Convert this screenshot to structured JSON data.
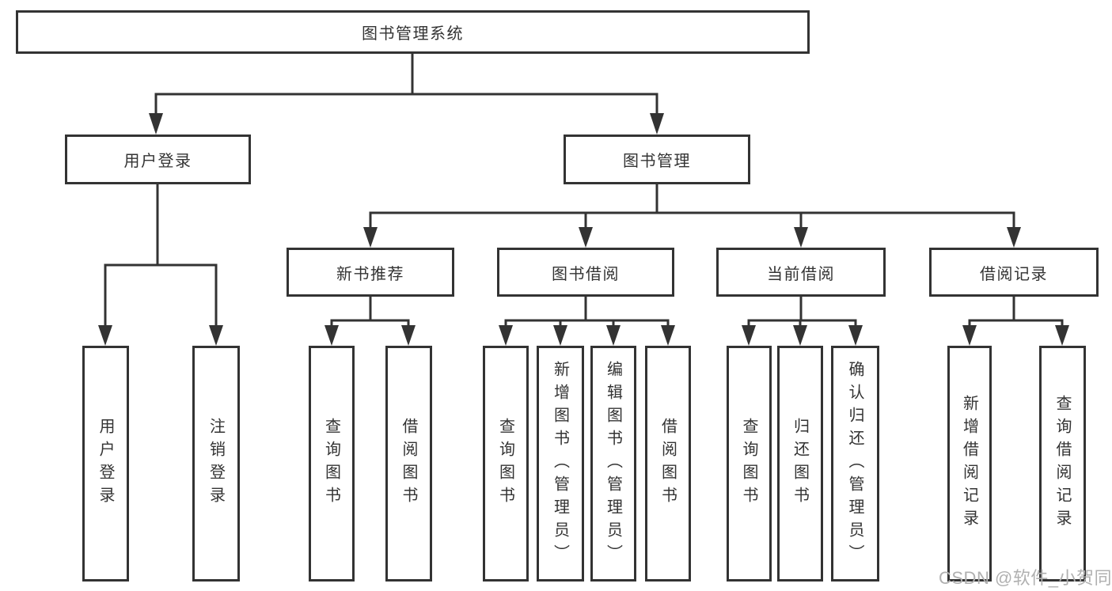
{
  "page": {
    "background": "#ffffff"
  },
  "colors": {
    "line": "#333333",
    "box_border": "#333333",
    "text": "#333333",
    "watermark": "#b0b0b0"
  },
  "diagram": {
    "type": "hierarchy-tree",
    "root": {
      "label": "图书管理系统"
    },
    "branches": [
      {
        "label": "用户登录",
        "children": [
          {
            "label": "用户登录"
          },
          {
            "label": "注销登录"
          }
        ]
      },
      {
        "label": "图书管理",
        "children": [
          {
            "label": "新书推荐",
            "children": [
              {
                "label": "查询图书"
              },
              {
                "label": "借阅图书"
              }
            ]
          },
          {
            "label": "图书借阅",
            "children": [
              {
                "label": "查询图书"
              },
              {
                "label": "新增图书（管理员）"
              },
              {
                "label": "编辑图书（管理员）"
              },
              {
                "label": "借阅图书"
              }
            ]
          },
          {
            "label": "当前借阅",
            "children": [
              {
                "label": "查询图书"
              },
              {
                "label": "归还图书"
              },
              {
                "label": "确认归还（管理员）"
              }
            ]
          },
          {
            "label": "借阅记录",
            "children": [
              {
                "label": "新增借阅记录"
              },
              {
                "label": "查询借阅记录"
              }
            ]
          }
        ]
      }
    ]
  },
  "watermark": {
    "text": "CSDN @软件_小贺同学"
  }
}
